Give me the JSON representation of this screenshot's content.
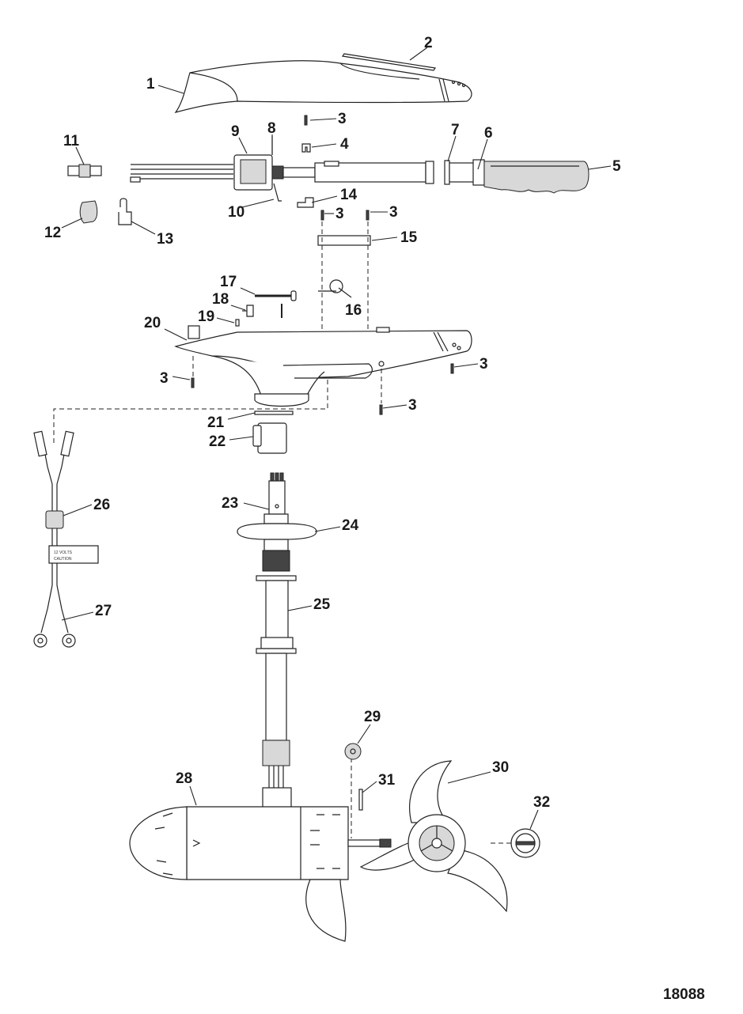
{
  "callouts": [
    "1",
    "2",
    "3",
    "4",
    "5",
    "6",
    "7",
    "8",
    "9",
    "10",
    "11",
    "12",
    "13",
    "14",
    "15",
    "16",
    "17",
    "18",
    "19",
    "20",
    "21",
    "22",
    "23",
    "24",
    "25",
    "26",
    "27",
    "28",
    "29",
    "30",
    "31",
    "32"
  ],
  "screw_label": "3",
  "cable_tag": {
    "line1": "12 VOLTS",
    "line2": "CAUTION"
  },
  "drawing_number": "18088"
}
